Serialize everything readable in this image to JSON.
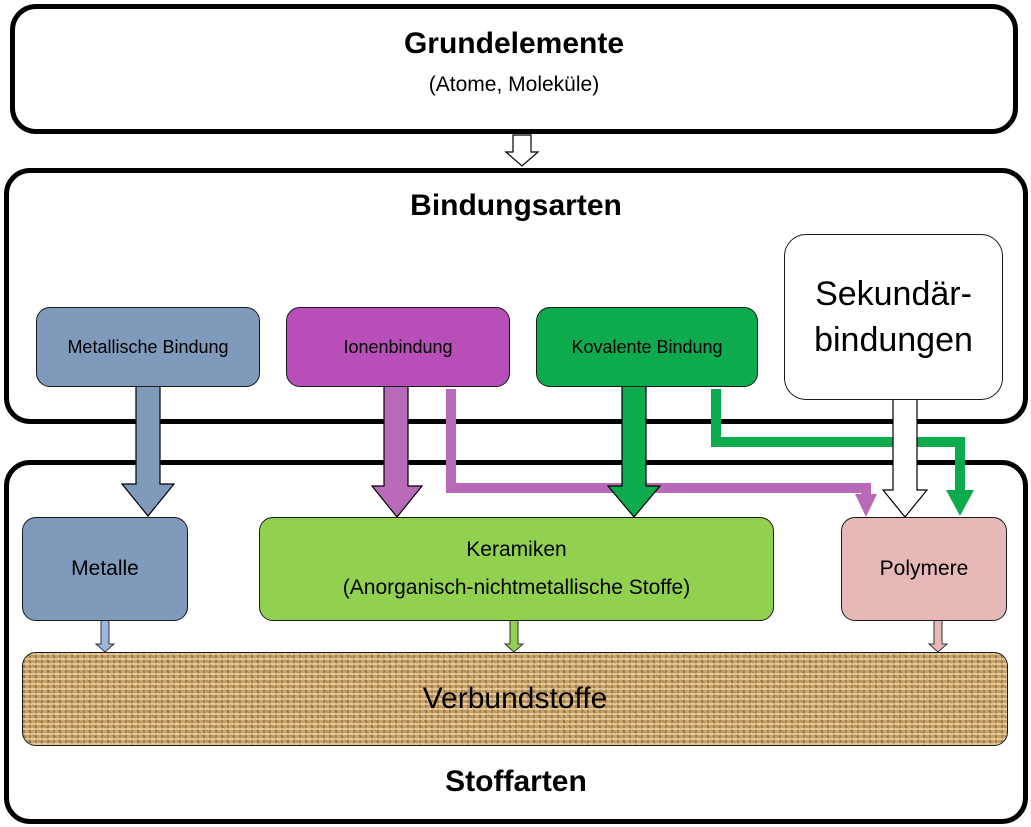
{
  "top": {
    "title": "Grundelemente",
    "subtitle": "(Atome, Moleküle)"
  },
  "bonds": {
    "title": "Bindungsarten",
    "items": [
      {
        "label": "Metallische Bindung",
        "color": "#7f9abb"
      },
      {
        "label": "Ionenbindung",
        "color": "#b84fb8"
      },
      {
        "label": "Kovalente Bindung",
        "color": "#0eaa4e"
      },
      {
        "label_line1": "Sekundär-",
        "label_line2": "bindungen",
        "color": "#ffffff"
      }
    ]
  },
  "materials": {
    "title": "Stoffarten",
    "items": [
      {
        "label": "Metalle",
        "color": "#7f9abb"
      },
      {
        "label_line1": "Keramiken",
        "label_line2": "(Anorganisch-nichtmetallische Stoffe)",
        "color": "#92d050"
      },
      {
        "label": "Polymere",
        "color": "#e6b8b8"
      }
    ],
    "composite": {
      "label": "Verbundstoffe",
      "color": "#c9a36a"
    }
  },
  "connections": [
    {
      "from": "Grundelemente",
      "to": "Bindungsarten"
    },
    {
      "from": "Metallische Bindung",
      "to": "Metalle"
    },
    {
      "from": "Ionenbindung",
      "to": "Keramiken"
    },
    {
      "from": "Ionenbindung",
      "to": "Polymere"
    },
    {
      "from": "Kovalente Bindung",
      "to": "Keramiken"
    },
    {
      "from": "Kovalente Bindung",
      "to": "Polymere"
    },
    {
      "from": "Sekundärbindungen",
      "to": "Polymere"
    },
    {
      "from": "Metalle",
      "to": "Verbundstoffe"
    },
    {
      "from": "Keramiken",
      "to": "Verbundstoffe"
    },
    {
      "from": "Polymere",
      "to": "Verbundstoffe"
    }
  ]
}
